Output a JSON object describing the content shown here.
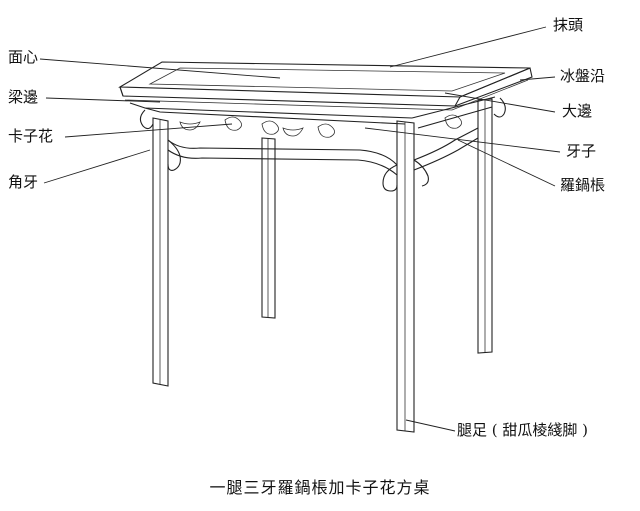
{
  "labels": {
    "miantou": "抹頭",
    "mianxin": "面心",
    "binpanyan": "冰盤沿",
    "liangbian": "梁邊",
    "dabian": "大邊",
    "kazihua": "卡子花",
    "yazi": "牙子",
    "jiaoya": "角牙",
    "luoguochang": "羅鍋棖",
    "tuizu": "腿足 ( 甜瓜棱綫脚 )"
  },
  "caption": "一腿三牙羅鍋棖加卡子花方桌"
}
